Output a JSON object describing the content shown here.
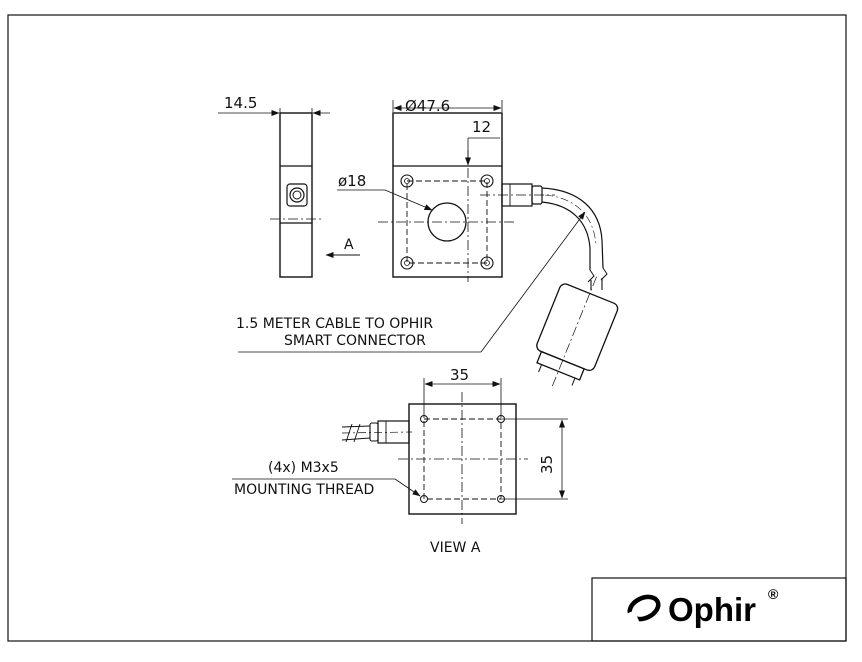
{
  "dimensions": {
    "sensor_thickness": "14.5",
    "sensor_diameter": "Ø47.6",
    "connector_offset": "12",
    "aperture_diameter": "ø18",
    "view_arrow_label": "A",
    "mount_spacing_horizontal": "35",
    "mount_spacing_vertical": "35"
  },
  "notes": {
    "cable_line_1": "1.5 METER CABLE TO OPHIR",
    "cable_line_2": "SMART CONNECTOR",
    "thread_line_1": "(4x) M3x5",
    "thread_line_2": "MOUNTING THREAD",
    "view_label": "VIEW A"
  },
  "title_block": {
    "brand_name": "Ophir",
    "registered_mark": "®"
  },
  "colors": {
    "line": "#111111",
    "background": "#ffffff"
  }
}
